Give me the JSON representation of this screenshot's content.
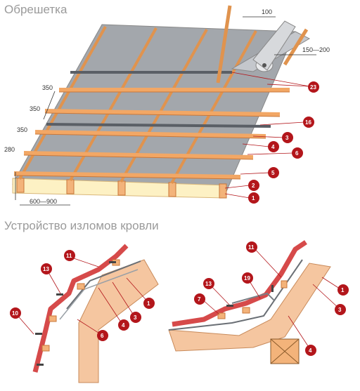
{
  "titles": {
    "top": "Обрешетка",
    "bottom": "Устройство изломов кровли"
  },
  "dimensions": {
    "overlap": "100",
    "overlap_range": "150—200",
    "spacing_1": "350",
    "spacing_2": "350",
    "spacing_3": "350",
    "spacing_first": "280",
    "rafter_step": "600—900"
  },
  "top_callouts": [
    "23",
    "16",
    "3",
    "4",
    "6",
    "5",
    "2",
    "1"
  ],
  "left_detail_callouts": [
    "11",
    "13",
    "10",
    "6",
    "4",
    "3",
    "1"
  ],
  "right_detail_callouts": [
    "11",
    "19",
    "13",
    "7",
    "1",
    "3",
    "4"
  ],
  "colors": {
    "batten": "#f2a765",
    "batten_edge": "#c8773a",
    "membrane": "#9fa3a8",
    "metal_tile": "#d64a4a",
    "rafter": "#f5c6a0",
    "insulation": "#fdf1c4",
    "callout": "#b3161b"
  }
}
